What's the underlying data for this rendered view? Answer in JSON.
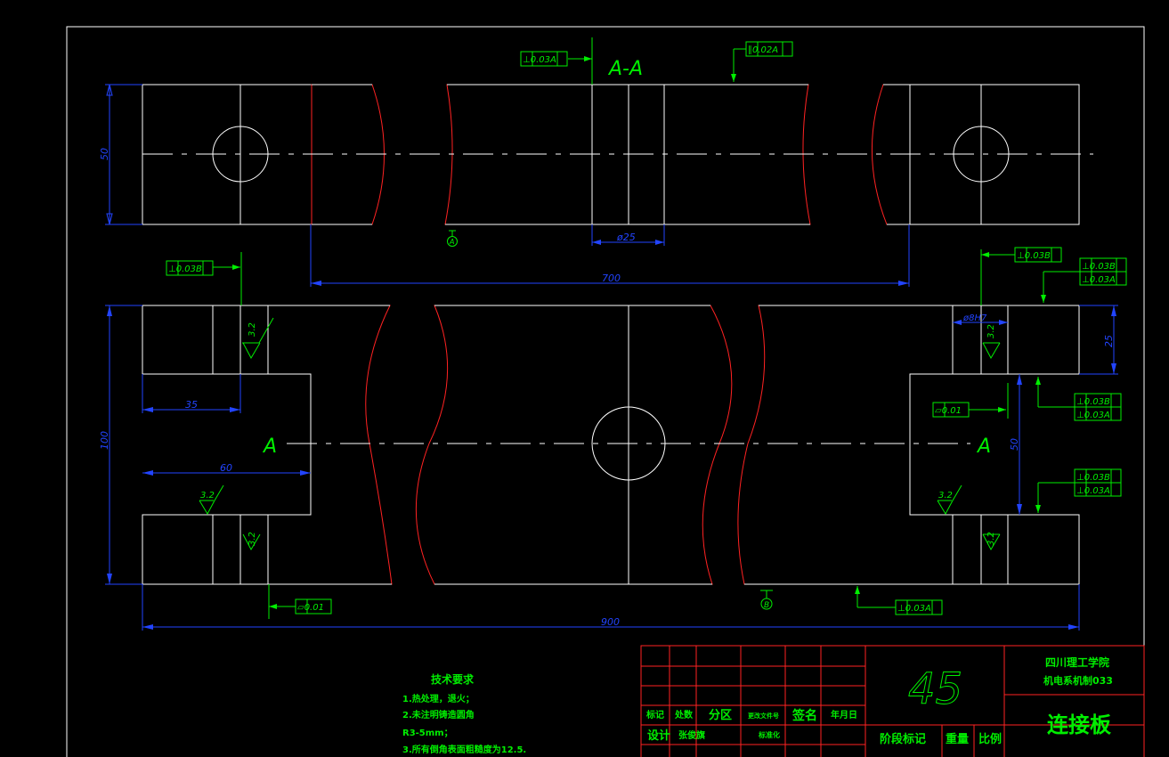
{
  "colors": {
    "background": "#000000",
    "outline": "#ffffff",
    "hatch": "#ff2222",
    "dimension": "#2244ff",
    "annotation": "#00ee00",
    "frame_table": "#ff2222"
  },
  "section_view": {
    "label": "A-A",
    "dims": {
      "height": "50",
      "hole_dia": "ø25",
      "spacing": "700"
    },
    "datum_label": "A",
    "tolerances": {
      "top_perp": "⊥0.03A",
      "top_parallel": "∥0.02A"
    }
  },
  "plan_view": {
    "dims": {
      "height": "100",
      "slot_depth": "35",
      "slot_width": "60",
      "total_length": "900",
      "right_thickness": "25",
      "slot_gap": "50",
      "hole_dia": "ø8H7"
    },
    "cut_label": "A",
    "datum_label": "B",
    "roughness": "3.2",
    "tolerances": {
      "left_perp_b": "⊥0.03B",
      "left_flat": "⏥0.01",
      "right_perp_b": "⊥0.03B",
      "right_pair_1a": "⊥0.03B",
      "right_pair_1b": "⊥0.03A",
      "right_flat": "⏥0.01",
      "right_pair_2a": "⊥0.03B",
      "right_pair_2b": "⊥0.03A",
      "right_pair_3a": "⊥0.03B",
      "right_pair_3b": "⊥0.03A",
      "bottom_perp_a": "⊥0.03A"
    }
  },
  "tech_requirements": {
    "title": "技术要求",
    "items": [
      "1.热处理，退火；",
      "2.未注明铸造圆角",
      "R3-5mm；",
      "3.所有倒角表面粗糙度为12.5."
    ]
  },
  "title_block": {
    "material": "45",
    "school": "四川理工学院",
    "class": "机电系机制033",
    "part_name": "连接板",
    "headers": [
      "标记",
      "处数",
      "分区",
      "更改文件号",
      "签名",
      "年月日"
    ],
    "row_design": [
      "设计",
      "张俊旗",
      "标准化"
    ],
    "row_stage": [
      "阶段标记",
      "重量",
      "比例"
    ]
  }
}
